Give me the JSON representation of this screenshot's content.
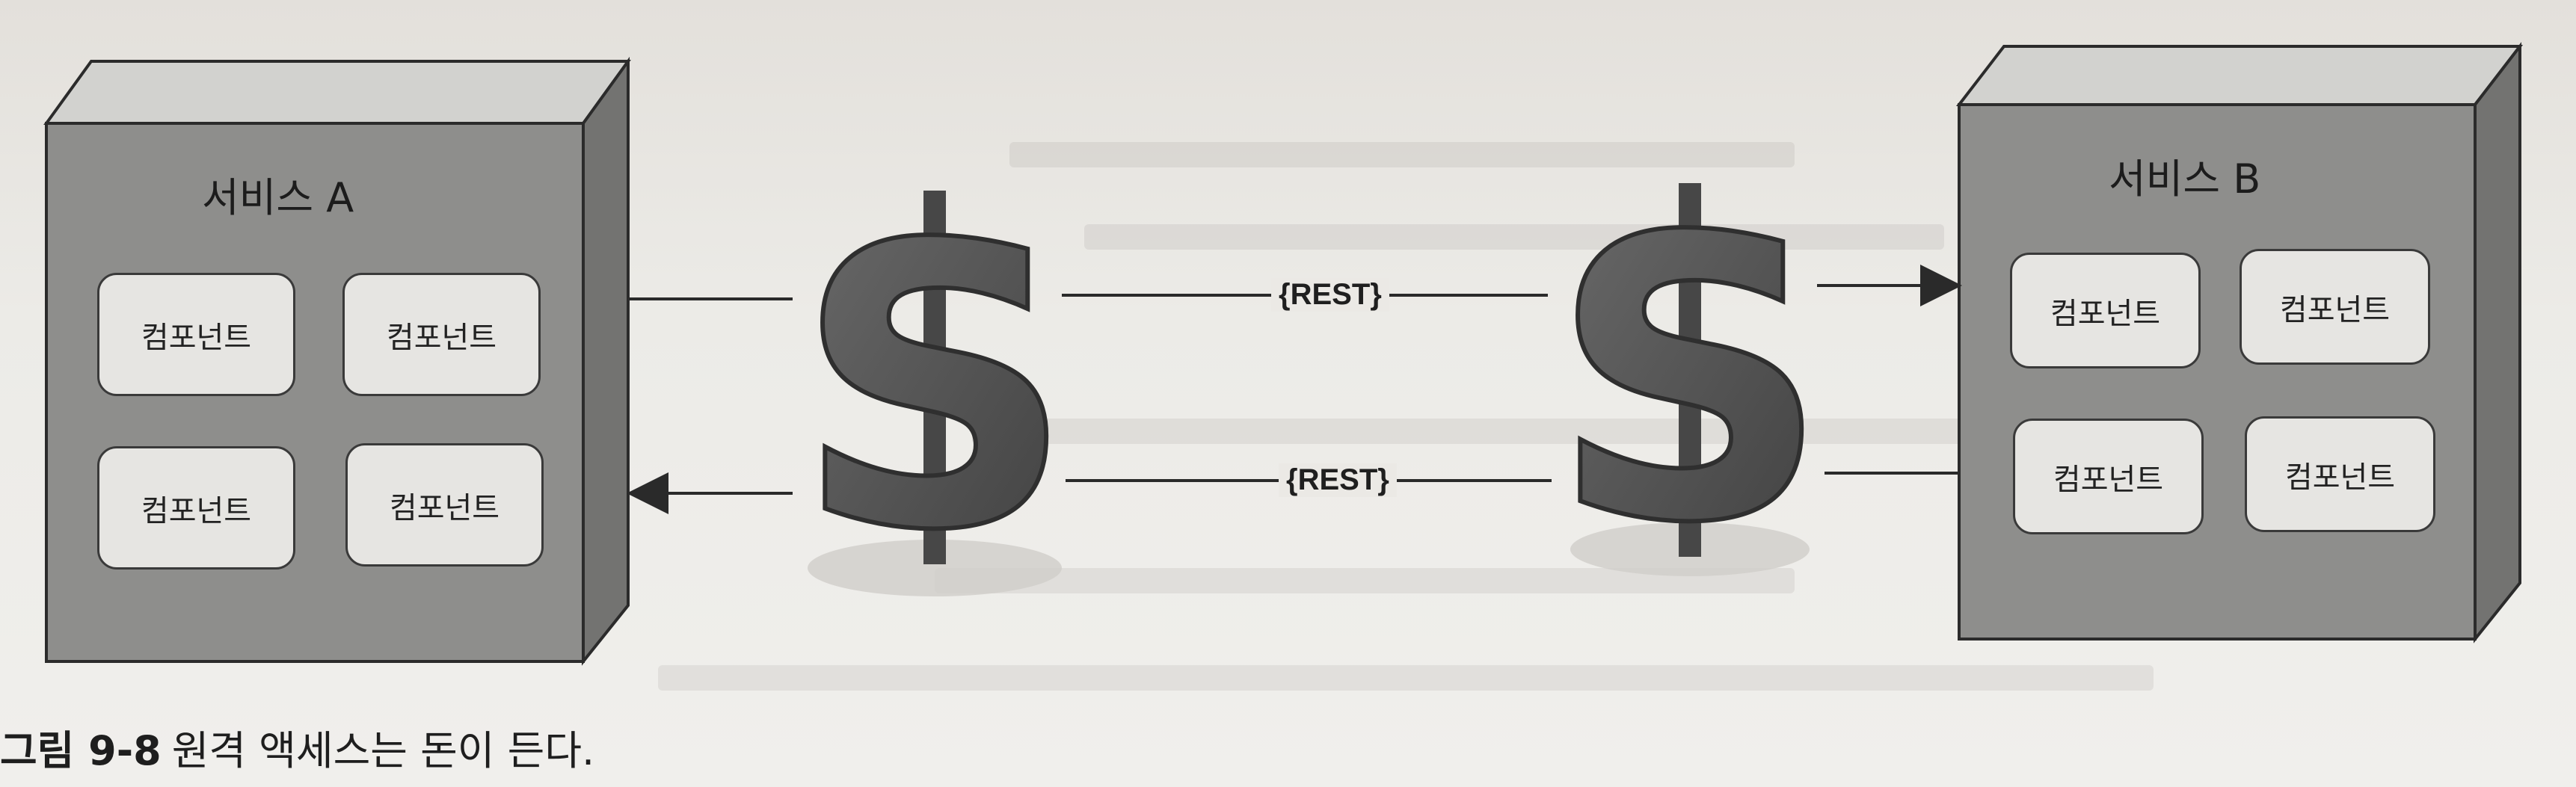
{
  "service_a": {
    "title": "서비스 A",
    "components": [
      "컴포넌트",
      "컴포넌트",
      "컴포넌트",
      "컴포넌트"
    ]
  },
  "service_b": {
    "title": "서비스 B",
    "components": [
      "컴포넌트",
      "컴포넌트",
      "컴포넌트",
      "컴포넌트"
    ]
  },
  "connections": {
    "top_label": "{REST}",
    "bottom_label": "{REST}"
  },
  "icons": [
    "dollar-sign-icon",
    "dollar-sign-icon"
  ],
  "caption": {
    "figure_number": "그림 9-8",
    "text": "원격 액세스는 돈이 든다."
  },
  "colors": {
    "box_front": "#8c8c8a",
    "box_top": "#cfcfcc",
    "box_side": "#6f6f6d",
    "dollar": "#555555"
  }
}
